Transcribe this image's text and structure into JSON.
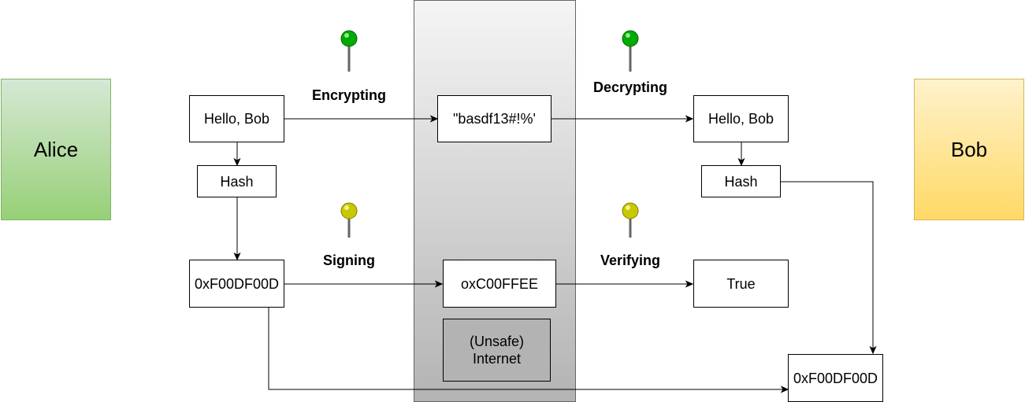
{
  "parties": {
    "alice": {
      "label": "Alice",
      "gradient": [
        "#d5e8d4",
        "#97d077"
      ],
      "border": "#82b366"
    },
    "bob": {
      "label": "Bob",
      "gradient": [
        "#fff2cc",
        "#ffd966"
      ],
      "border": "#d6b656"
    }
  },
  "internet": {
    "label_line1": "(Unsafe)",
    "label_line2": "Internet",
    "gradient": [
      "#f5f5f5",
      "#b3b3b3"
    ],
    "border": "#666666",
    "label_fill": "#b3b3b3"
  },
  "alice_side": {
    "message": "Hello, Bob",
    "hash": "Hash",
    "digest": "0xF00DF00D"
  },
  "transit": {
    "ciphertext": "\"basdf13#!%'",
    "signature": "oxC00FFEE"
  },
  "bob_side": {
    "message": "Hello, Bob",
    "hash": "Hash",
    "verify_result": "True",
    "digest": "0xF00DF00D"
  },
  "steps": {
    "encrypting": "Encrypting",
    "decrypting": "Decrypting",
    "signing": "Signing",
    "verifying": "Verifying"
  },
  "pins": {
    "encryption_color": "#00aa00",
    "signature_color": "#c8c800"
  }
}
